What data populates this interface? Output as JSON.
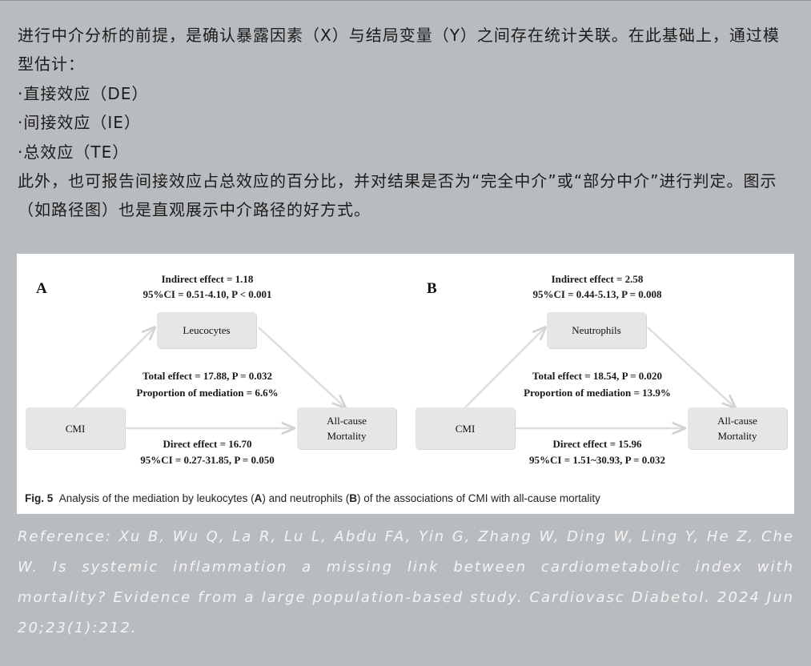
{
  "intro": {
    "line1": "进行中介分析的前提，是确认暴露因素（X）与结局变量（Y）之间存在统计关联。在此基础上，通过模型估计：",
    "items": [
      "·直接效应（DE）",
      "·间接效应（IE）",
      "·总效应（TE）"
    ],
    "closing": "此外，也可报告间接效应占总效应的百分比，并对结果是否为“完全中介”或“部分中介”进行判定。图示（如路径图）也是直观展示中介路径的好方式。"
  },
  "figure": {
    "panel_a": {
      "letter": "A",
      "exposure": "CMI",
      "mediator": "Leucocytes",
      "outcome_line1": "All-cause",
      "outcome_line2": "Mortality",
      "indirect_line1": "Indirect effect = 1.18",
      "indirect_line2": "95%CI = 0.51-4.10, P < 0.001",
      "total_line1": "Total effect = 17.88, P = 0.032",
      "total_line2": "Proportion of mediation = 6.6%",
      "direct_line1": "Direct effect = 16.70",
      "direct_line2": "95%CI = 0.27-31.85, P = 0.050"
    },
    "panel_b": {
      "letter": "B",
      "exposure": "CMI",
      "mediator": "Neutrophils",
      "outcome_line1": "All-cause",
      "outcome_line2": "Mortality",
      "indirect_line1": "Indirect effect = 2.58",
      "indirect_line2": "95%CI = 0.44-5.13, P = 0.008",
      "total_line1": "Total effect = 18.54, P = 0.020",
      "total_line2": "Proportion of mediation = 13.9%",
      "direct_line1": "Direct effect = 15.96",
      "direct_line2": "95%CI = 1.51~30.93, P = 0.032"
    },
    "caption": {
      "label": "Fig. 5",
      "part1": "Analysis of the mediation by leukocytes (",
      "bold_a": "A",
      "part2": ") and neutrophils (",
      "bold_b": "B",
      "part3": ") of the associations of CMI with all-cause mortality"
    }
  },
  "reference": "Reference: Xu B, Wu Q, La R, Lu L, Abdu FA, Yin G, Zhang W, Ding W, Ling Y, He Z, Che W. Is systemic inflammation a missing link between cardiometabolic index with mortality? Evidence from a large population-based study. Cardiovasc Diabetol. 2024 Jun 20;23(1):212.",
  "colors": {
    "background": "#b9bcbf",
    "box": "#e6e6e6",
    "arrow": "#dedede",
    "reference_text": "#f4f4f4"
  }
}
